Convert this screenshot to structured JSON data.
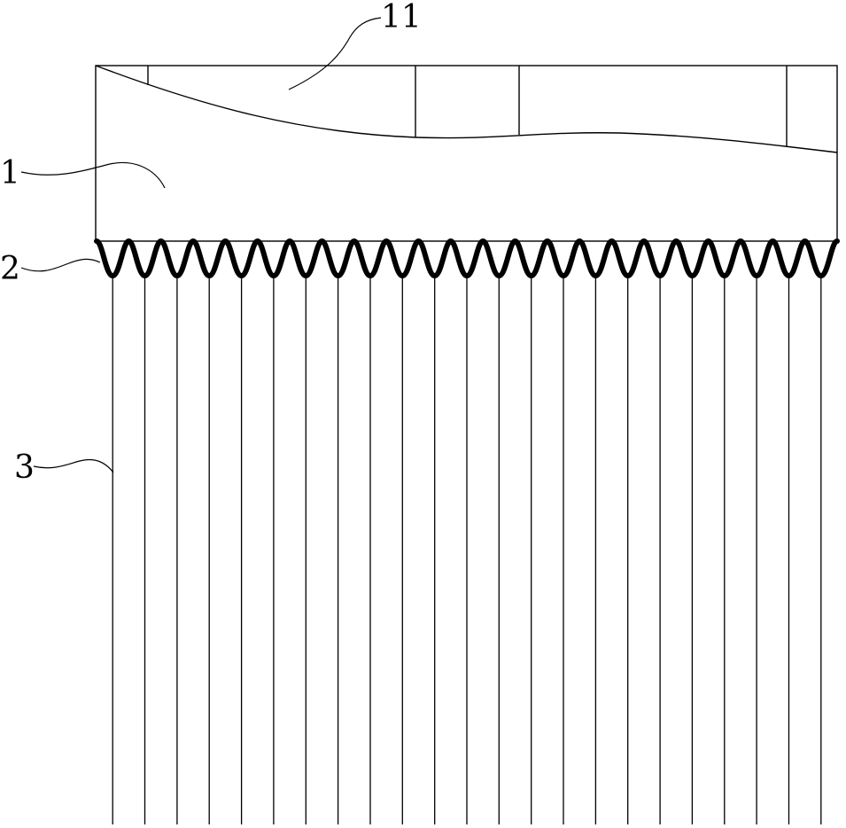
{
  "labels": {
    "part_1": "1",
    "part_11": "11",
    "part_2": "2",
    "part_3": "3"
  },
  "wave": {
    "periods": 23
  },
  "strands": {
    "count": 23
  },
  "colors": {
    "line": "#000000",
    "background": "#ffffff"
  }
}
